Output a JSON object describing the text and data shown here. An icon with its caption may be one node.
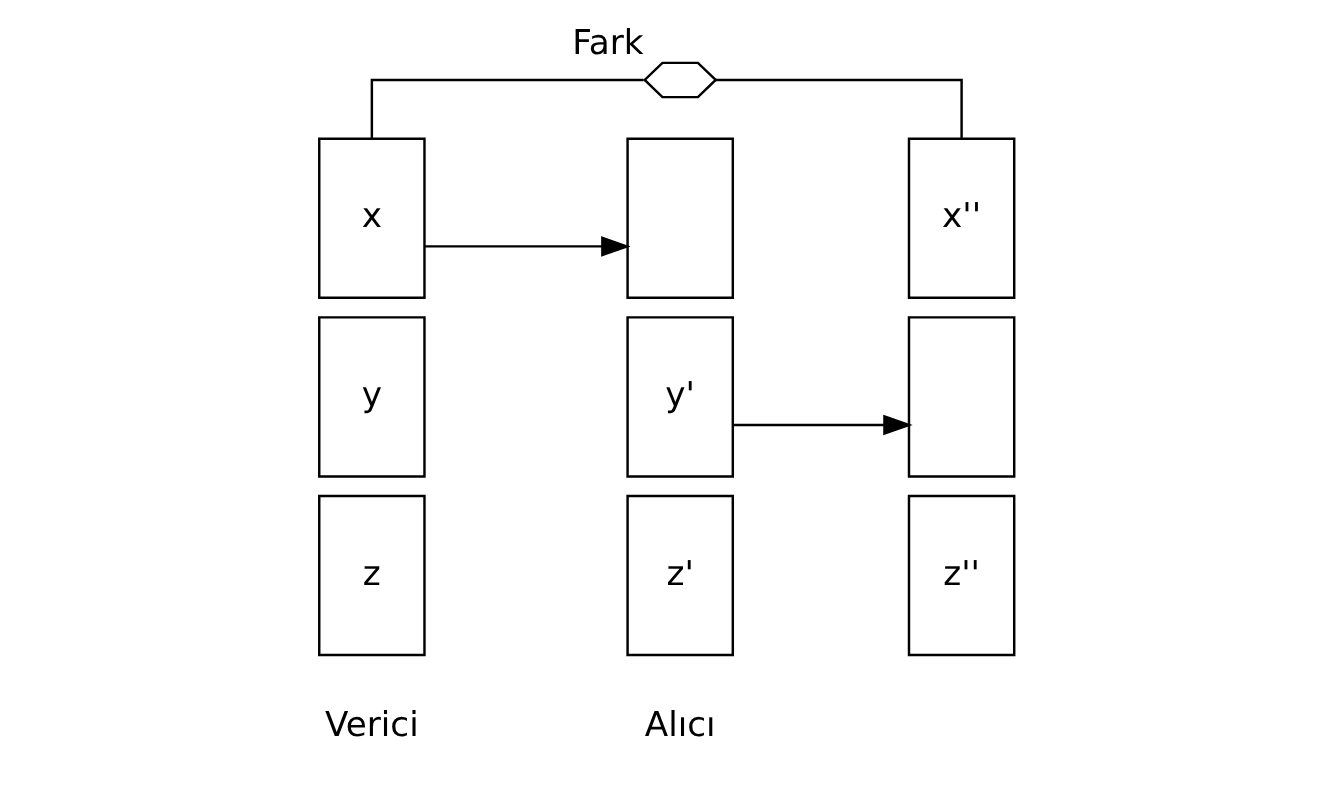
{
  "diagram": {
    "nodes": [
      {
        "text": [
          "x"
        ]
      },
      {
        "text": [
          "y"
        ]
      },
      {
        "text": [
          "z"
        ]
      },
      {
        "text": [],
        "shape": "box"
      },
      {
        "text": [
          "y'"
        ]
      },
      {
        "text": [
          "z'"
        ]
      },
      {
        "text": [
          "x''"
        ]
      },
      {
        "text": [],
        "shape": "box"
      },
      {
        "text": [
          "z''"
        ]
      },
      {
        "text": [],
        "shape": "hexagon",
        "beside": [
          "Fark"
        ]
      }
    ],
    "edges": [
      {
        "from": 0,
        "to": 3,
        "arrow": "to"
      },
      {
        "from": 4,
        "to": 7,
        "arrow": "to"
      },
      {
        "from": 0,
        "to": 9,
        "arrow": "none"
      },
      {
        "from": 6,
        "to": 9,
        "arrow": "none"
      }
    ],
    "labels": [
      "Verici",
      "Alıcı"
    ]
  }
}
